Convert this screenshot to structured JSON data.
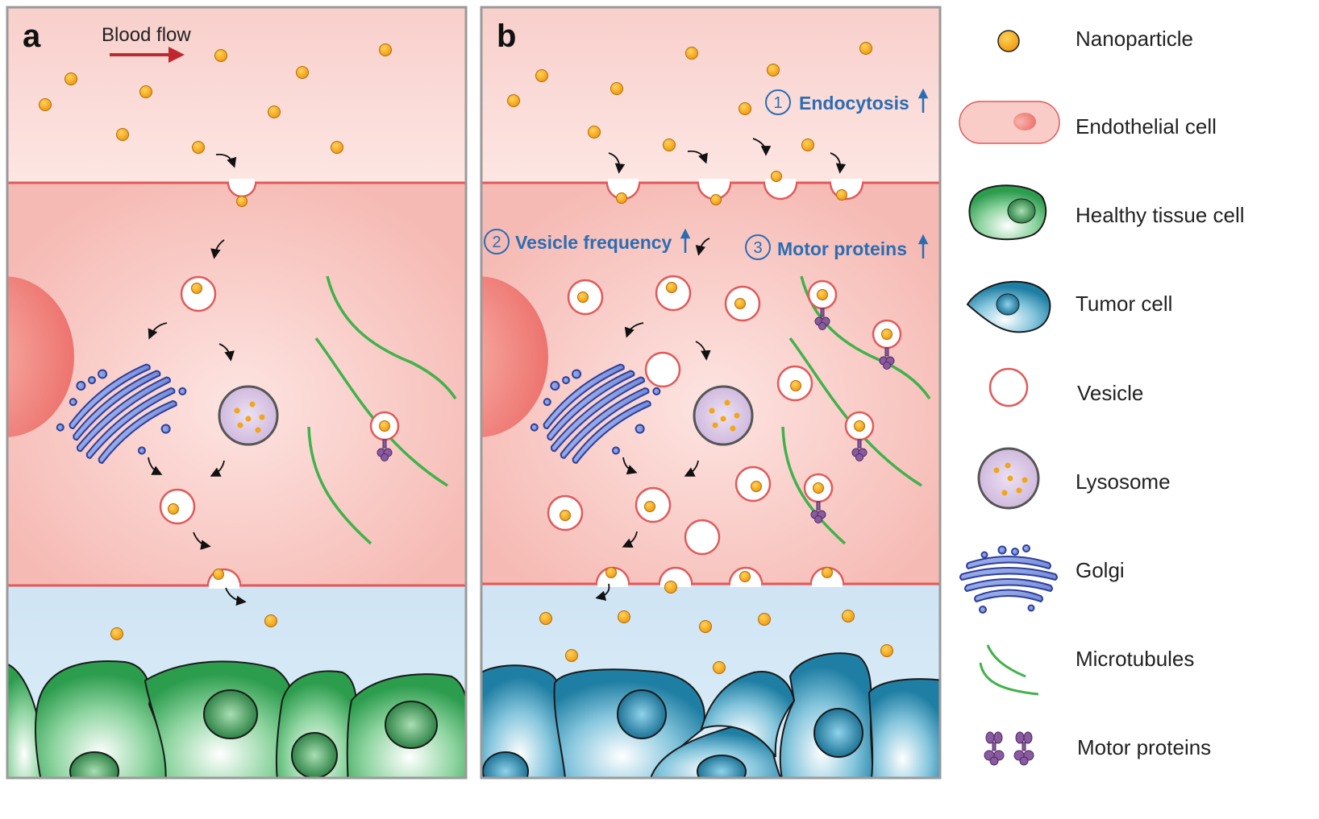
{
  "panels": {
    "a": {
      "letter": "a",
      "blood_flow_label": "Blood flow"
    },
    "b": {
      "letter": "b",
      "annotations": [
        {
          "number": "1",
          "label": "Endocytosis"
        },
        {
          "number": "2",
          "label": "Vesicle frequency"
        },
        {
          "number": "3",
          "label": "Motor proteins"
        }
      ]
    }
  },
  "legend": {
    "items": [
      {
        "icon": "nanoparticle-icon",
        "label": "Nanoparticle"
      },
      {
        "icon": "endothelial-cell-icon",
        "label": "Endothelial cell"
      },
      {
        "icon": "healthy-tissue-cell-icon",
        "label": "Healthy tissue cell"
      },
      {
        "icon": "tumor-cell-icon",
        "label": "Tumor cell"
      },
      {
        "icon": "vesicle-icon",
        "label": "Vesicle"
      },
      {
        "icon": "lysosome-icon",
        "label": "Lysosome"
      },
      {
        "icon": "golgi-icon",
        "label": "Golgi"
      },
      {
        "icon": "microtubules-icon",
        "label": "Microtubules"
      },
      {
        "icon": "motor-proteins-icon",
        "label": "Motor proteins"
      }
    ]
  },
  "colors": {
    "blood": "#fbdcd8",
    "endothelium": "#f6b9b3",
    "membrane": "#e05a5a",
    "interstitium": "#cfe5f4",
    "nanoparticle": "#f2a516",
    "healthy_cell": "#3fae5e",
    "tumor_cell": "#2d8fb5",
    "golgi": "#7b93dd",
    "lysosome": "#dccbe6",
    "microtubule": "#3fb24a",
    "motor_protein": "#8a5aa0",
    "annotation": "#2a6db3",
    "blood_flow_arrow": "#c0282f"
  }
}
